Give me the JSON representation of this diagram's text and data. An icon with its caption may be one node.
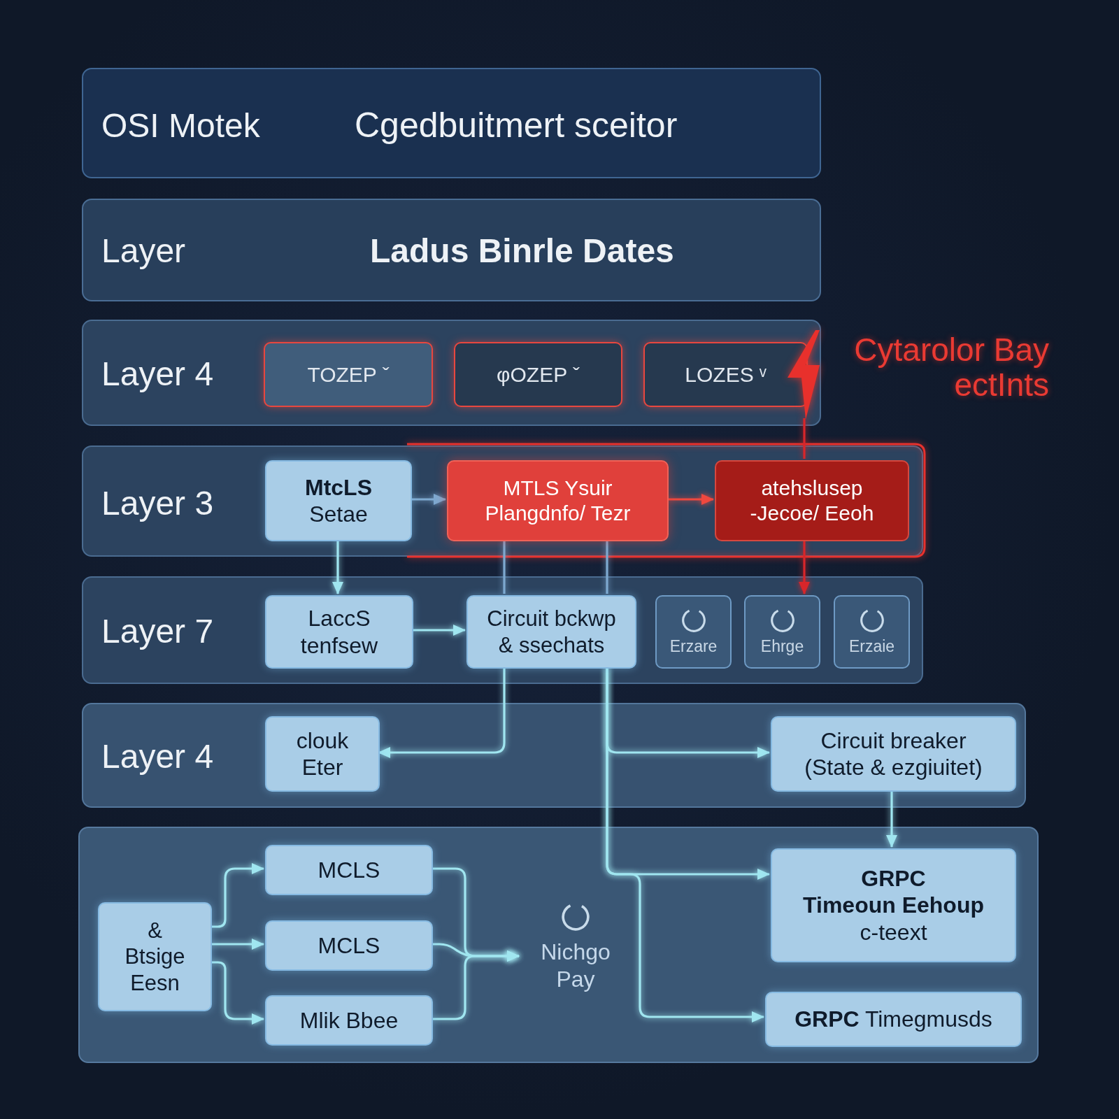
{
  "diagram": {
    "nodes": [
      {
        "text": [
          "OSI Motek",
          "Cgedbuitmert sceitor"
        ]
      },
      {
        "text": [
          "Layer",
          "Ladus Binrle Dates"
        ]
      },
      {
        "text": [
          "Layer 4"
        ]
      },
      {
        "text": [
          "TOZEP ˇ"
        ],
        "in": 2
      },
      {
        "text": [
          "φOZEP ˇ"
        ],
        "in": 2
      },
      {
        "text": [
          "LOZES ᵛ"
        ],
        "in": 2
      },
      {
        "text": [],
        "shape": "bolt",
        "in": 2
      },
      {
        "text": [
          "Layer 3"
        ]
      },
      {
        "text": [
          "MtcLS",
          "Setae"
        ],
        "in": 7
      },
      {
        "text": [
          "MTLS Ysuir Plangdnfo/ Tezr"
        ],
        "in": 7
      },
      {
        "text": [
          "atehslusep ‑Jecoe/ Eeoh"
        ],
        "in": 7
      },
      {
        "text": [
          "Layer 7"
        ]
      },
      {
        "text": [
          "LaccS tenfsew"
        ],
        "in": 11
      },
      {
        "text": [
          "Circuit bckwp & ssechats"
        ],
        "in": 11
      },
      {
        "text": [
          "Erzare"
        ],
        "in": 11
      },
      {
        "text": [
          "Ehrge"
        ],
        "in": 11
      },
      {
        "text": [
          "Erzaie"
        ],
        "in": 11
      },
      {
        "text": [
          "Layer 4"
        ]
      },
      {
        "text": [
          "clouk Eter"
        ],
        "in": 17
      },
      {
        "text": [
          "Circuit breaker (State & ezgiuitet)"
        ],
        "in": 17
      },
      {
        "text": [],
        "shape": "box"
      },
      {
        "text": [
          "& Btsige Eesn"
        ],
        "in": 20
      },
      {
        "text": [
          "MCLS"
        ],
        "in": 20
      },
      {
        "text": [
          "MCLS"
        ],
        "in": 20
      },
      {
        "text": [
          "Mlik Bbee"
        ],
        "in": 20
      },
      {
        "text": [
          "Nichgo Pay"
        ],
        "in": 20
      },
      {
        "text": [
          "GRPC",
          "Timeoun Eehoup",
          "c-teext"
        ],
        "in": 20
      },
      {
        "text": [
          "**GRPC** Timegmusds"
        ],
        "in": 20
      }
    ],
    "edges": [
      {
        "from": 8,
        "to": 9,
        "arrow": "to",
        "color": "#7ea9d0"
      },
      {
        "from": 9,
        "to": 10,
        "arrow": "to",
        "color": "#f0483f"
      },
      {
        "from": 8,
        "to": 12,
        "arrow": "to"
      },
      {
        "from": 12,
        "to": 13,
        "arrow": "to"
      },
      {
        "from": 9,
        "to": 13,
        "arrow": "none",
        "color": "#7ea9d0"
      },
      {
        "from": 9,
        "to": 13,
        "arrow": "none",
        "color": "#7ea9d0"
      },
      {
        "from": 13,
        "to": 18,
        "arrow": "to"
      },
      {
        "from": 13,
        "to": 19,
        "arrow": "to"
      },
      {
        "from": 13,
        "to": 26,
        "arrow": "to"
      },
      {
        "from": 13,
        "to": 27,
        "arrow": "to"
      },
      {
        "from": 19,
        "to": 26,
        "arrow": "to"
      },
      {
        "from": 6,
        "to": 10,
        "arrow": "none",
        "color": "#d8262a"
      },
      {
        "from": 10,
        "to": 15,
        "arrow": "to",
        "color": "#d8262a"
      },
      {
        "from": 21,
        "to": 22,
        "arrow": "to"
      },
      {
        "from": 21,
        "to": 23,
        "arrow": "to"
      },
      {
        "from": 21,
        "to": 24,
        "arrow": "to"
      },
      {
        "from": 22,
        "to": 25,
        "arrow": "to"
      },
      {
        "from": 23,
        "to": 25,
        "arrow": "to"
      },
      {
        "from": 24,
        "to": 25,
        "arrow": "to"
      }
    ],
    "labels": [
      "Cytarolor Bay ectInts"
    ]
  }
}
